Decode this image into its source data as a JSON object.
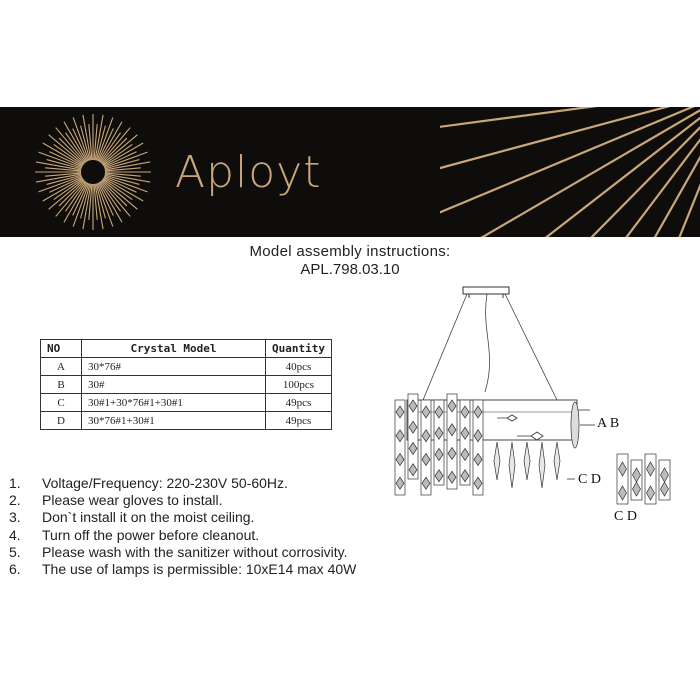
{
  "header": {
    "brand": "Aployt",
    "accent_color": "#c9a77a",
    "background_color": "#0f0d0b"
  },
  "title": {
    "line1": "Model assembly instructions:",
    "line2": "APL.798.03.10"
  },
  "table": {
    "columns": [
      "NO",
      "Crystal  Model",
      "Quantity"
    ],
    "rows": [
      {
        "no": "A",
        "model": "30*76#",
        "qty": "40pcs"
      },
      {
        "no": "B",
        "model": "30#",
        "qty": "100pcs"
      },
      {
        "no": "C",
        "model": "30#1+30*76#1+30#1",
        "qty": "49pcs"
      },
      {
        "no": "D",
        "model": "30*76#1+30#1",
        "qty": "49pcs"
      }
    ]
  },
  "notes": [
    {
      "num": "1.",
      "text": "Voltage/Frequency: 220-230V 50-60Hz."
    },
    {
      "num": "2.",
      "text": "Please wear gloves to install."
    },
    {
      "num": "3.",
      "text": "Don`t install it on the moist ceiling."
    },
    {
      "num": "4.",
      "text": "Turn off the power before cleanout."
    },
    {
      "num": "5.",
      "text": "Please wash with the sanitizer without corrosivity."
    },
    {
      "num": "6.",
      "text": "The use of lamps is permissible: 10xE14 max 40W"
    }
  ],
  "diagram": {
    "label_ab": "A B",
    "label_cd": "C D",
    "label_cd_detail": "C D"
  }
}
